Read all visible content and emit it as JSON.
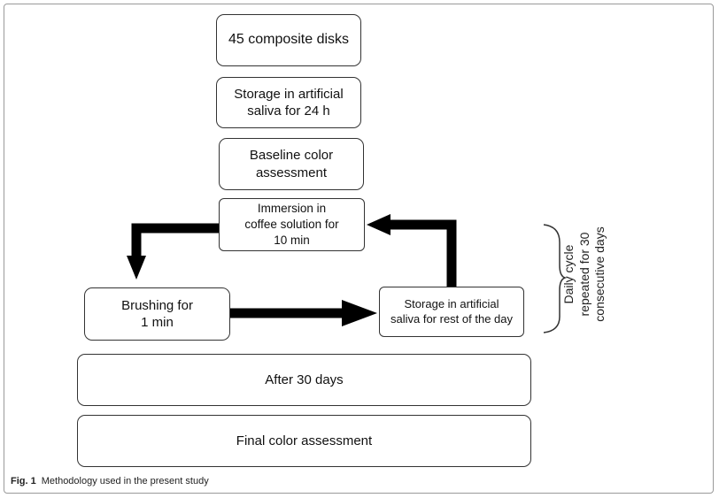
{
  "steps": {
    "composite_disks": "45 composite disks",
    "storage_24h": "Storage in artificial\nsaliva for 24 h",
    "baseline": "Baseline color\nassessment",
    "immersion": "Immersion in\ncoffee solution for\n10 min",
    "brushing": "Brushing for\n1 min",
    "storage_rest": "Storage in artificial\nsaliva for rest of the day",
    "after_30": "After 30 days",
    "final": "Final color assessment"
  },
  "cycle_note": "Daily cycle\nrepeated for 30\nconsecutive days",
  "caption": {
    "label": "Fig. 1",
    "text": "Methodology used in the present study"
  }
}
